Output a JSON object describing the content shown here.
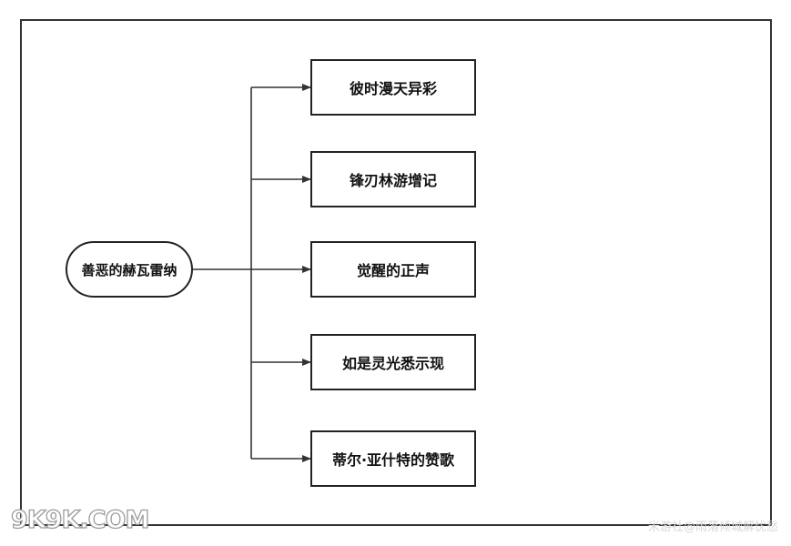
{
  "diagram": {
    "root": {
      "label": "善恶的赫瓦雷纳"
    },
    "children": [
      {
        "label": "彼时漫天异彩"
      },
      {
        "label": "锋刃林游增记"
      },
      {
        "label": "觉醒的正声"
      },
      {
        "label": "如是灵光悉示现"
      },
      {
        "label": "蒂尔·亚什特的赞歌"
      }
    ]
  },
  "watermarks": {
    "site": "9K9K.COM",
    "credit": "米游社@雨落倾城解忧愁"
  },
  "colors": {
    "line": "#333333",
    "border": "#222222",
    "background": "#ffffff"
  }
}
